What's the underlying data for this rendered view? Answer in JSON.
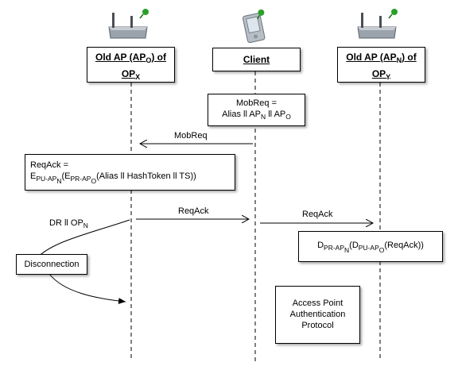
{
  "participants": {
    "left": {
      "title_line1": "Old AP (AP",
      "title_sub1": "O",
      "title_line1_end": ") of",
      "title_line2": "OP",
      "title_sub2": "X",
      "icon": "wifi-router-icon"
    },
    "center": {
      "title": "Client",
      "icon": "pda-icon"
    },
    "right": {
      "title_line1": "Old AP (AP",
      "title_sub1": "N",
      "title_line1_end": ") of",
      "title_line2": "OP",
      "title_sub2": "Y",
      "icon": "wifi-router-icon"
    }
  },
  "notes": {
    "mobreq_note": {
      "line1": "MobReq =",
      "line2_a": "Alias ll AP",
      "line2_sub_a": "N",
      "line2_b": " ll AP",
      "line2_sub_b": "O"
    },
    "reqack_note": {
      "line1": "ReqAck =",
      "e1": "E",
      "e1_sub": "PU-AP",
      "e1_sub2": "N",
      "e2": "(E",
      "e2_sub": "PR-AP",
      "e2_sub2": "O",
      "tail": "(Alias ll HashToken ll TS))"
    },
    "decrypt_note": {
      "d1": "D",
      "d1_sub": "PR-AP",
      "d1_sub2": "N",
      "d2": "(D",
      "d2_sub": "PU-AP",
      "d2_sub2": "O",
      "tail": "(ReqAck))"
    },
    "disconnection": "Disconnection",
    "protocol_box": {
      "line1": "Access Point",
      "line2": "Authentication",
      "line3": "Protocol"
    }
  },
  "messages": {
    "mobreq": "MobReq",
    "reqack_1": "ReqAck",
    "reqack_2": "ReqAck",
    "dr_a": "DR ll OP",
    "dr_sub": "N"
  },
  "colors": {
    "line": "#000000",
    "pin": "#2aa02a",
    "router": "#8a939c"
  }
}
